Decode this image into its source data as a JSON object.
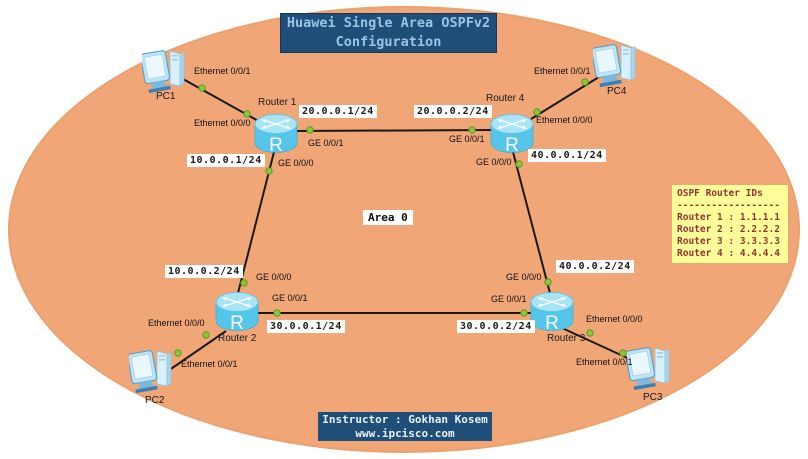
{
  "title": {
    "line1": "Huawei Single Area OSPFv2",
    "line2": "Configuration"
  },
  "footer": {
    "line1": "Instructor : Gokhan Kosem",
    "line2": "www.ipcisco.com"
  },
  "area_label": "Area 0",
  "ospf": {
    "title": "OSPF Router IDs",
    "divider": "------------------",
    "entries": [
      "Router 1 : 1.1.1.1",
      "Router 2 : 2.2.2.2",
      "Router 3 : 3.3.3.3",
      "Router 4 : 4.4.4.4"
    ]
  },
  "devices": {
    "icon_letter": "R",
    "r1": "Router 1",
    "r2": "Router 2",
    "r3": "Router 3",
    "r4": "Router 4",
    "pc1": "PC1",
    "pc2": "PC2",
    "pc3": "PC3",
    "pc4": "PC4"
  },
  "interfaces": {
    "eth1_pc1": "Ethernet 0/0/1",
    "eth0_r1": "Ethernet 0/0/0",
    "ge01_r1": "GE 0/0/1",
    "ge00_r1": "GE 0/0/0",
    "ge01_r4": "GE 0/0/1",
    "eth0_r4": "Ethernet 0/0/0",
    "eth1_pc4": "Ethernet 0/0/1",
    "ge00_r4": "GE 0/0/0",
    "ge00_r2": "GE 0/0/0",
    "ge01_r2": "GE 0/0/1",
    "eth0_r2": "Ethernet 0/0/0",
    "eth1_pc2": "Ethernet 0/0/1",
    "ge00_r3": "GE 0/0/0",
    "ge01_r3": "GE 0/0/1",
    "eth0_r3": "Ethernet 0/0/0",
    "eth1_pc3": "Ethernet 0/0/1"
  },
  "ips": {
    "ip_20_1": "20.0.0.1/24",
    "ip_20_2": "20.0.0.2/24",
    "ip_10_1": "10.0.0.1/24",
    "ip_10_2": "10.0.0.2/24",
    "ip_30_1": "30.0.0.1/24",
    "ip_30_2": "30.0.0.2/24",
    "ip_40_1": "40.0.0.1/24",
    "ip_40_2": "40.0.0.2/24"
  },
  "colors": {
    "ellipse_fill": "#F0A677",
    "panel_bg": "#1F4E79",
    "title_text": "#9CC3E8",
    "footer_text": "#E9F1F9",
    "note_bg": "#FFFF99",
    "note_text": "#993333",
    "link_line": "#1A1A1A",
    "link_dot": "#8CC63E",
    "router_body": "#55C6EA",
    "router_top": "#A9E4F6"
  }
}
